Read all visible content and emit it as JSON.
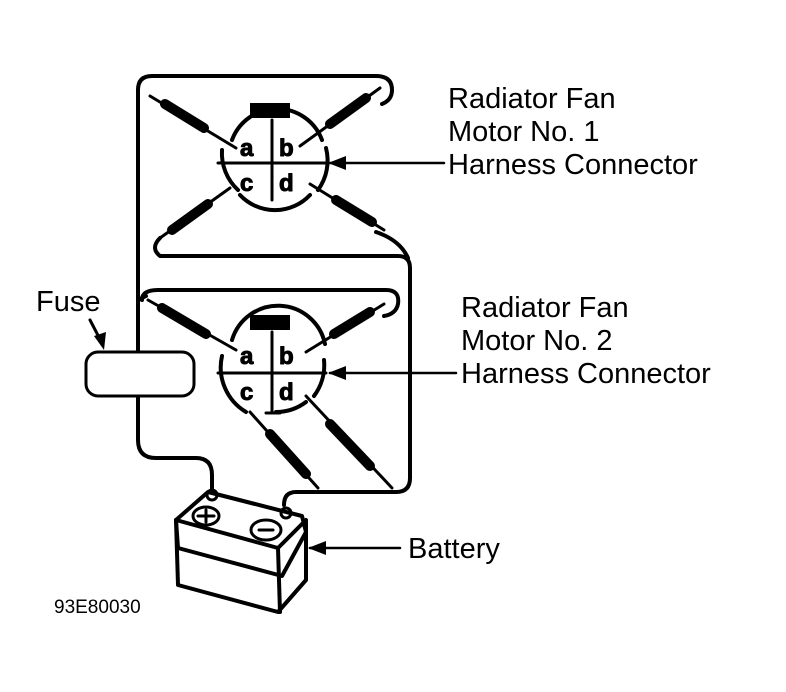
{
  "diagram": {
    "connector1": {
      "label_lines": [
        "Radiator Fan",
        "Motor No. 1",
        "Harness Connector"
      ],
      "pins": [
        "a",
        "b",
        "c",
        "d"
      ]
    },
    "connector2": {
      "label_lines": [
        "Radiator Fan",
        "Motor No. 2",
        "Harness Connector"
      ],
      "pins": [
        "a",
        "b",
        "c",
        "d"
      ]
    },
    "fuse_label": "Fuse",
    "battery_label": "Battery",
    "figure_code": "93E80030",
    "colors": {
      "ink": "#000000",
      "background": "#ffffff"
    }
  }
}
